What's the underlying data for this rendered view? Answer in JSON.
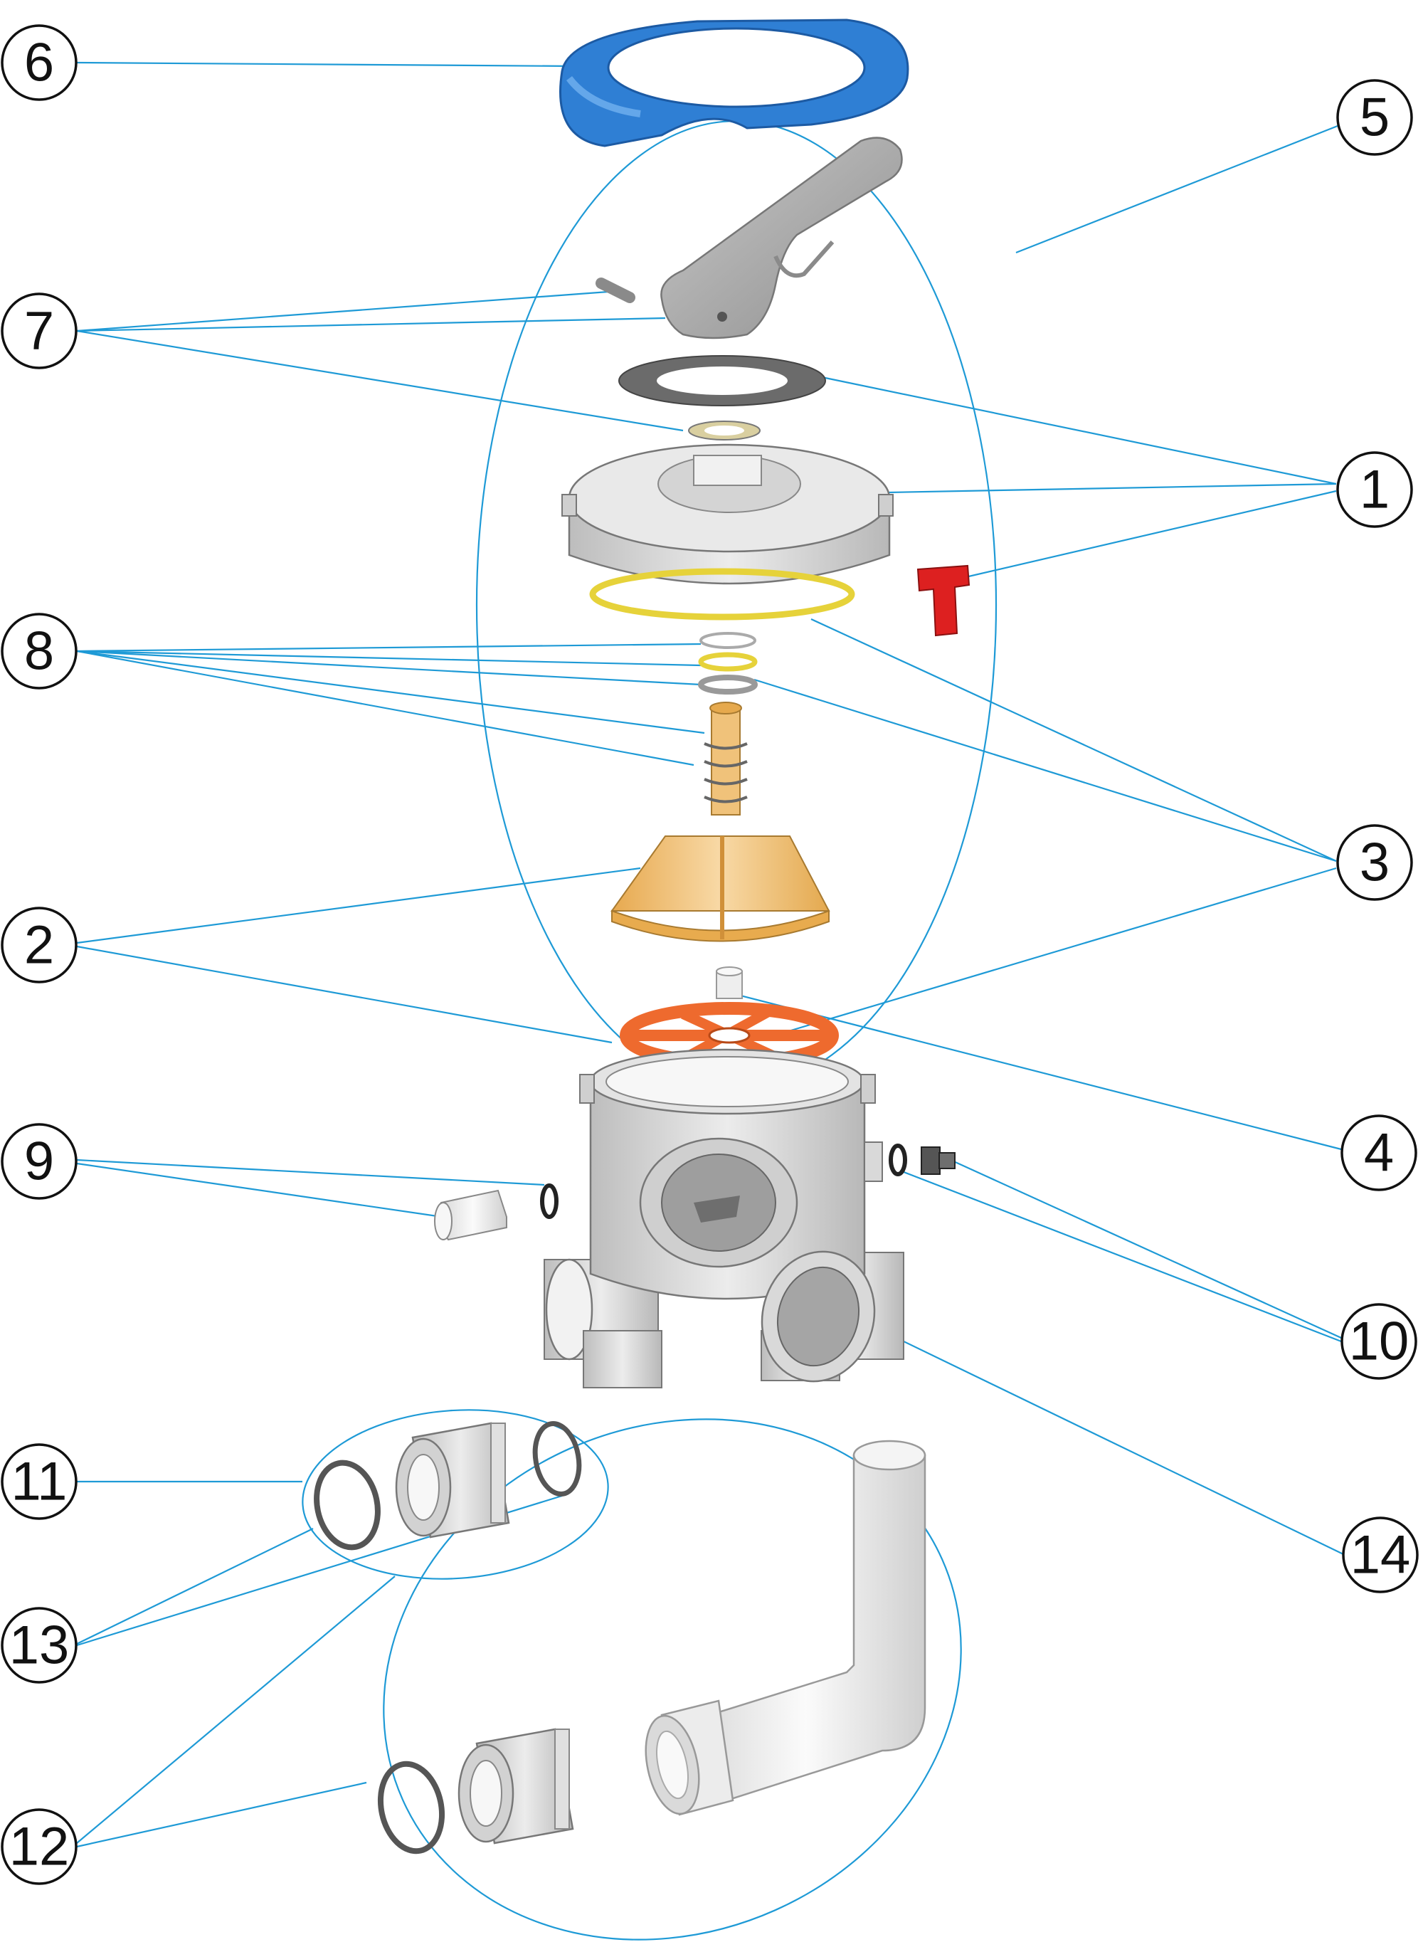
{
  "callouts": {
    "c1": "1",
    "c2": "2",
    "c3": "3",
    "c4": "4",
    "c5": "5",
    "c6": "6",
    "c7": "7",
    "c8": "8",
    "c9": "9",
    "c10": "10",
    "c11": "11",
    "c12": "12",
    "c13": "13",
    "c14": "14"
  },
  "colors": {
    "leader": "#1e9ad6",
    "ring": "#2f7fd4",
    "handle": "#a9a9a9",
    "gasket": "#6b6b6b",
    "oring": "#e6d23a",
    "cone": "#f2c27a",
    "star": "#ee6a2e",
    "clip": "#dd2020",
    "body": "#cfcfcf"
  }
}
